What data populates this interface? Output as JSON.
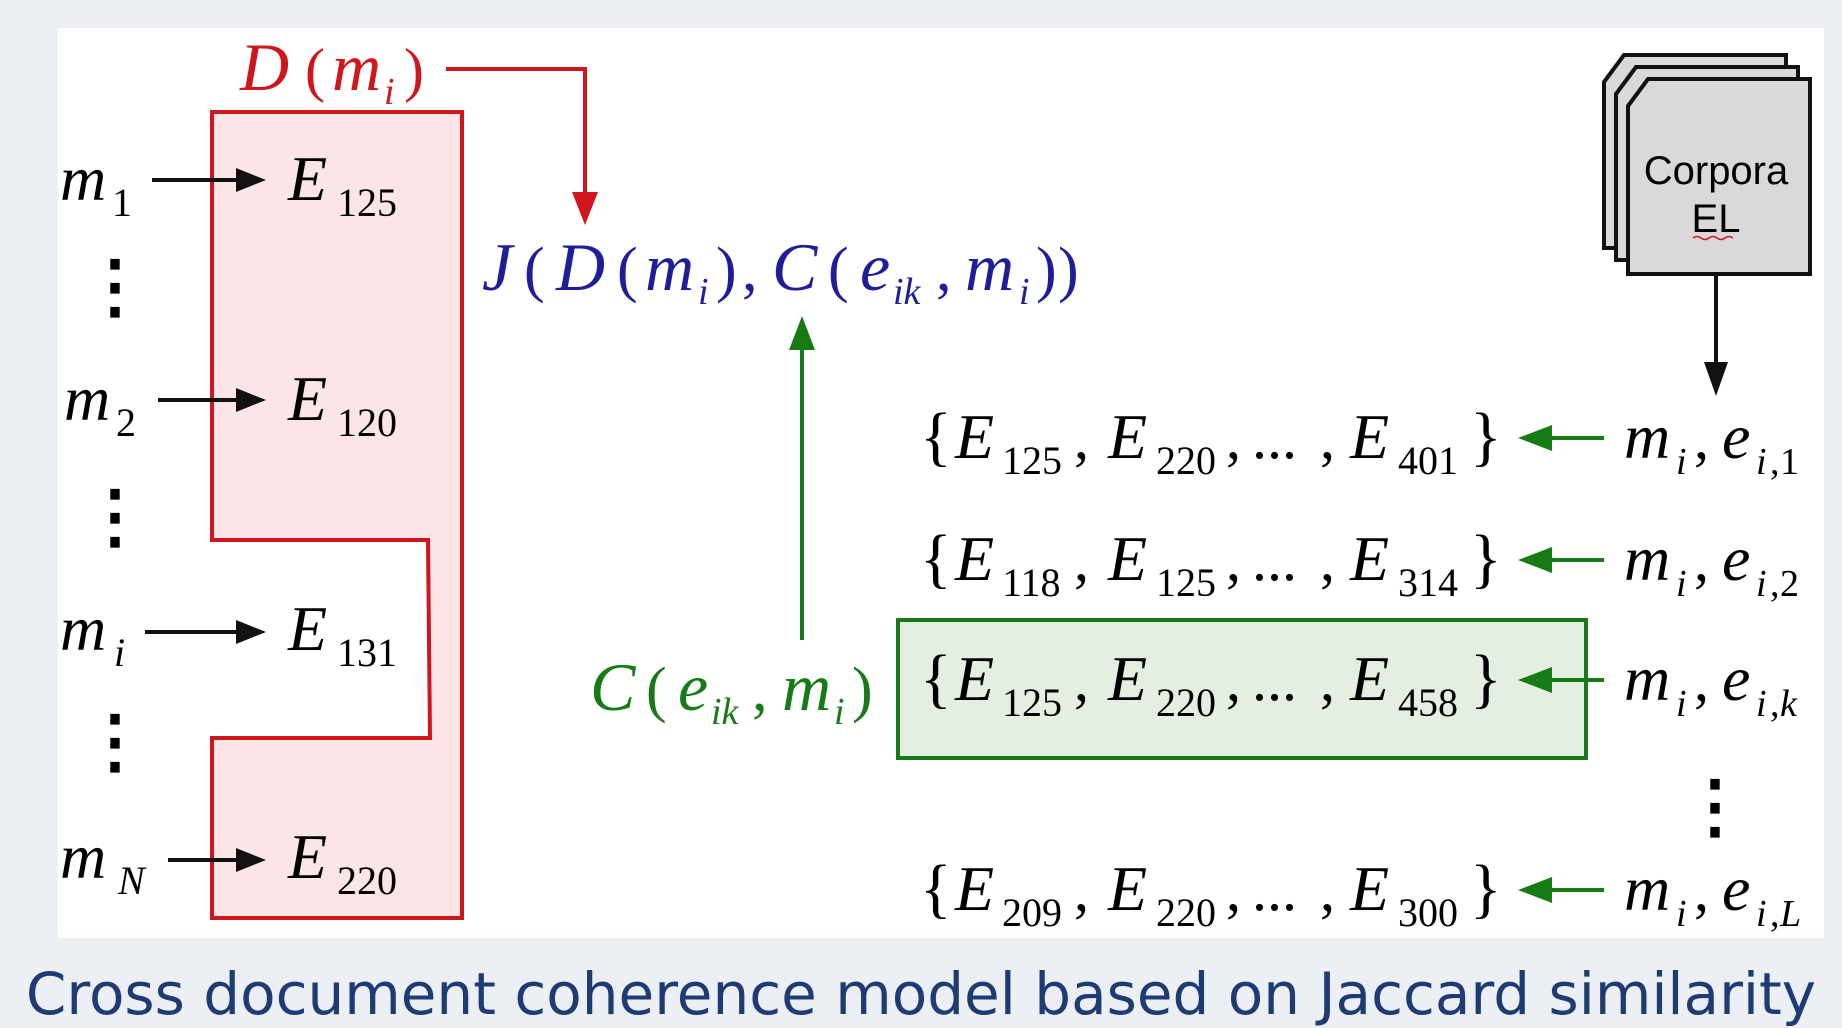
{
  "caption": "Cross document coherence model based on Jaccard similarity",
  "colors": {
    "background": "#eceff3",
    "panel": "#ffffff",
    "red": "#d0161d",
    "red_fill": "#fbe5e7",
    "green": "#167a16",
    "green_fill": "#e4efe1",
    "blue": "#1e1e9a",
    "text": "#111111",
    "caption": "#1f3b73"
  },
  "left_panel": {
    "label": {
      "name": "D",
      "arg": "m",
      "arg_sub": "i"
    },
    "mentions": [
      {
        "m_sub": "1",
        "entity_sub": "125"
      },
      {
        "m_sub": "2",
        "entity_sub": "120"
      },
      {
        "m_sub": "i",
        "entity_sub": "131"
      },
      {
        "m_sub": "N",
        "entity_sub": "220"
      }
    ],
    "ellipsis": "⋮"
  },
  "formula": {
    "J": "J",
    "D": "D",
    "C": "C",
    "m": "m",
    "m_sub": "i",
    "e": "e",
    "e_sub": "ik"
  },
  "c_label": {
    "C": "C",
    "e": "e",
    "e_sub": "ik",
    "m": "m",
    "m_sub": "i"
  },
  "corpora": {
    "line1": "Corpora",
    "line2": "EL"
  },
  "candidates": [
    {
      "E": [
        "125",
        "220",
        "401"
      ],
      "pair_sub": "i,1"
    },
    {
      "E": [
        "118",
        "125",
        "314"
      ],
      "pair_sub": "i,2"
    },
    {
      "E": [
        "125",
        "220",
        "458"
      ],
      "pair_sub": "i,k",
      "highlight": true
    },
    {
      "E": [
        "209",
        "220",
        "300"
      ],
      "pair_sub": "i,L"
    }
  ],
  "candidate_ellipsis": "⋮",
  "set_dots": "..."
}
